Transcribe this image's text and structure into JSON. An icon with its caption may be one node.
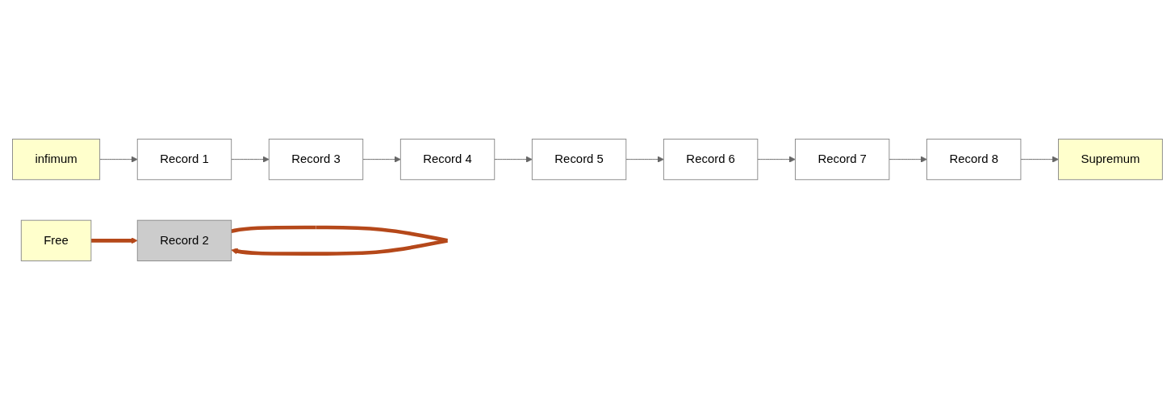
{
  "diagram": {
    "nodes": [
      {
        "text": [
          "Free"
        ]
      },
      {
        "text": [
          "infimum"
        ]
      },
      {
        "text": [
          "Record 1"
        ]
      },
      {
        "text": [
          "Record 2"
        ]
      },
      {
        "text": [
          "Record 3"
        ]
      },
      {
        "text": [
          "Record 4"
        ]
      },
      {
        "text": [
          "Record 5"
        ]
      },
      {
        "text": [
          "Record 6"
        ]
      },
      {
        "text": [
          "Record 7"
        ]
      },
      {
        "text": [
          "Record 8"
        ]
      },
      {
        "text": [
          "Supremum"
        ]
      }
    ],
    "edges": [
      {
        "from": 0,
        "to": 3,
        "arrow": "to",
        "style": "thick",
        "color": "#b5481a"
      },
      {
        "from": 1,
        "to": 2,
        "arrow": "to"
      },
      {
        "from": 2,
        "to": 4,
        "arrow": "to"
      },
      {
        "from": 3,
        "to": 3,
        "arrow": "to",
        "style": "thick",
        "color": "#b5481a"
      },
      {
        "from": 4,
        "to": 5,
        "arrow": "to"
      },
      {
        "from": 5,
        "to": 6,
        "arrow": "to"
      },
      {
        "from": 6,
        "to": 7,
        "arrow": "to"
      },
      {
        "from": 7,
        "to": 8,
        "arrow": "to"
      },
      {
        "from": 8,
        "to": 9,
        "arrow": "to"
      },
      {
        "from": 9,
        "to": 10,
        "arrow": "to"
      }
    ]
  }
}
